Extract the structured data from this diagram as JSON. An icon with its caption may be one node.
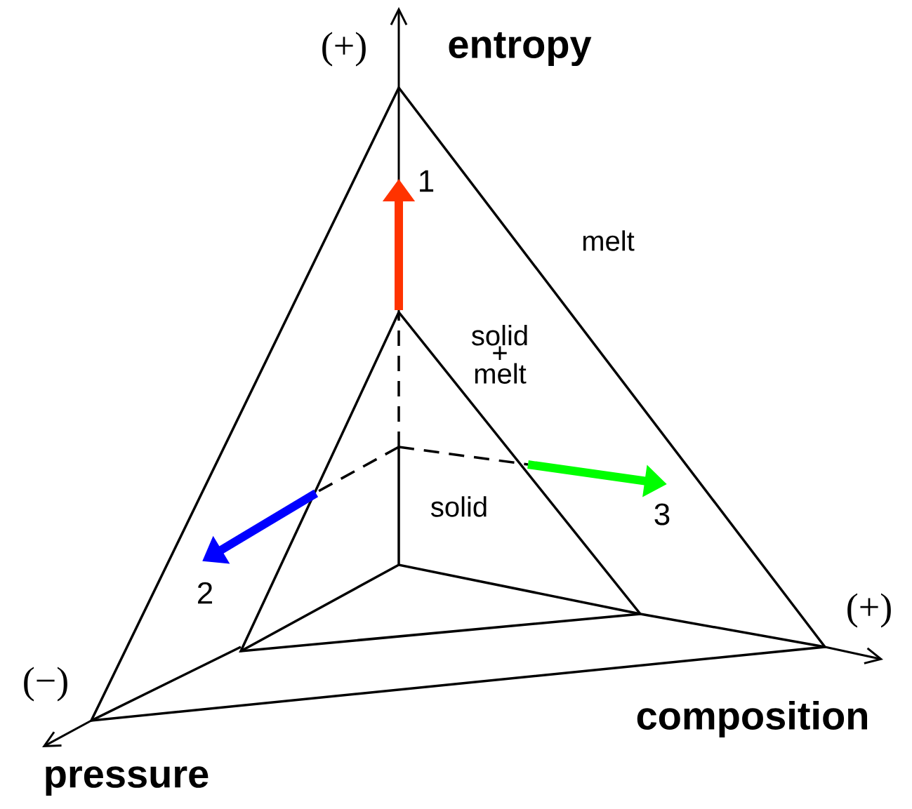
{
  "diagram": {
    "labels": [
      "(+)",
      "entropy",
      "1",
      "melt",
      "solid + melt",
      "solid",
      "2",
      "3",
      "(+)",
      "(−)",
      "composition",
      "pressure"
    ]
  }
}
